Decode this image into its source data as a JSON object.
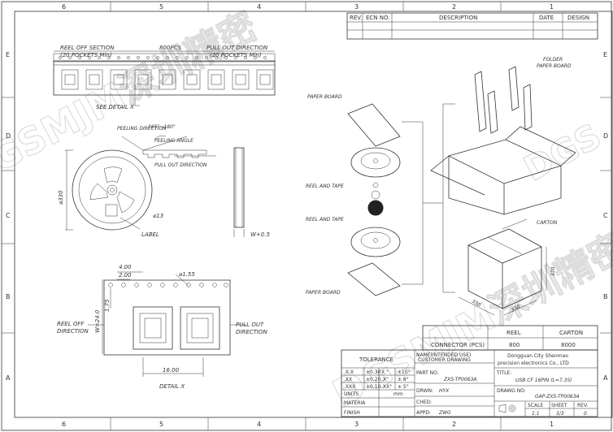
{
  "border": {
    "cols_top": [
      "6",
      "5",
      "4",
      "3",
      "2",
      "1"
    ],
    "cols_bottom": [
      "6",
      "5",
      "4",
      "3",
      "2",
      "1"
    ],
    "rows_left": [
      "E",
      "D",
      "C",
      "B",
      "A"
    ],
    "rows_right": [
      "E",
      "D",
      "C",
      "B",
      "A"
    ]
  },
  "revision": {
    "rev": "REV.",
    "ecn": "ECN NO.",
    "description": "DESCRIPTION",
    "date": "DATE",
    "design": "DESIGN"
  },
  "watermark": {
    "main": "DGSMJM深圳精密",
    "side": "DGS"
  },
  "reel_view": {
    "reel_off_section": "REEL OFF SECTION",
    "reel_off_pockets": "(20 POCKETS Min)",
    "count": "800PCS",
    "pull_out_direction": "PULL OUT DIRECTION",
    "pull_out_pockets": "(20 POCKETS Min)",
    "see_detail": "SEE DETAIL X",
    "peeling_direction": "PEELING DIRECTION",
    "peeling_angle": "PEELING ANGLE",
    "angle": "165°~180°",
    "pull_direction_2": "PULL OUT DIRECTION",
    "dia_330": "⌀330",
    "dia_13": "⌀13",
    "label": "LABEL",
    "width": "W+0.5"
  },
  "detail": {
    "d400": "4.00",
    "d200": "2.00",
    "dia155": "⌀1.55",
    "d175": "1.75",
    "w24": "W=24.0",
    "reel_off": "REEL OFF",
    "reel_off_dir": "DIRECTION",
    "pull_out": "PULL OUT",
    "pull_out_dir": "DIRECTION",
    "d1600": "16.00",
    "detail_x": "DETAIL X"
  },
  "pack": {
    "paper_board_1": "PAPER BOARD",
    "reel_and_tape_1": "REEL AND TAPE",
    "reel_and_tape_2": "REEL AND TAPE",
    "paper_board_2": "PAPER BOARD",
    "folder_1": "FOLDER",
    "folder_2": "PAPER BOARD",
    "carton": "CARTON",
    "dim_330a": "330",
    "dim_330b": "330",
    "dim_320": "320"
  },
  "qty_table": {
    "head_reel": "REEL",
    "head_carton": "CARTON",
    "row_label": "CONNECTOR (PCS)",
    "reel_val": "800",
    "carton_val": "8000"
  },
  "title_block": {
    "tolerance": "TOLERANCE",
    "tol_rows": [
      {
        "a": ".X.X",
        "b": "±0.30",
        "c": "X.°",
        "d": "±10°"
      },
      {
        "a": ".XX",
        "b": "±0.20",
        "c": ".X°",
        "d": "±  8°"
      },
      {
        "a": ".XXX",
        "b": "±0.10",
        "c": ".XX°",
        "d": "±  5°"
      }
    ],
    "units": "UNITS",
    "units_val": "mm",
    "materia": "MATERIA",
    "finish": "FINISH",
    "name_label": "NAME(INTENDED USE)",
    "customer_drawing": "CUSTOMER DRAWING",
    "company_1": "Dongguan City Shenmao",
    "company_2": "precision electronics Co., LTD",
    "part_no": "PART NO.",
    "part_val": "ZXS-TP0063A",
    "title_label": "TITLE:",
    "title_val": "USB CF 16PIN (L=7.35)",
    "drwn": "DRWN:",
    "drwn_val": "HYX",
    "drawing_no": "DRAWG NO.",
    "drawing_val": "GAP-ZXS-TP0063A",
    "ched": "CHED:",
    "ched_val": "",
    "appd": "APPD:",
    "appd_val": "ZWG",
    "scale": "SCALE",
    "scale_val": "1:1",
    "sheet": "SHEET",
    "sheet_val": "3/3",
    "rev": "REV.",
    "rev_val": "0"
  }
}
